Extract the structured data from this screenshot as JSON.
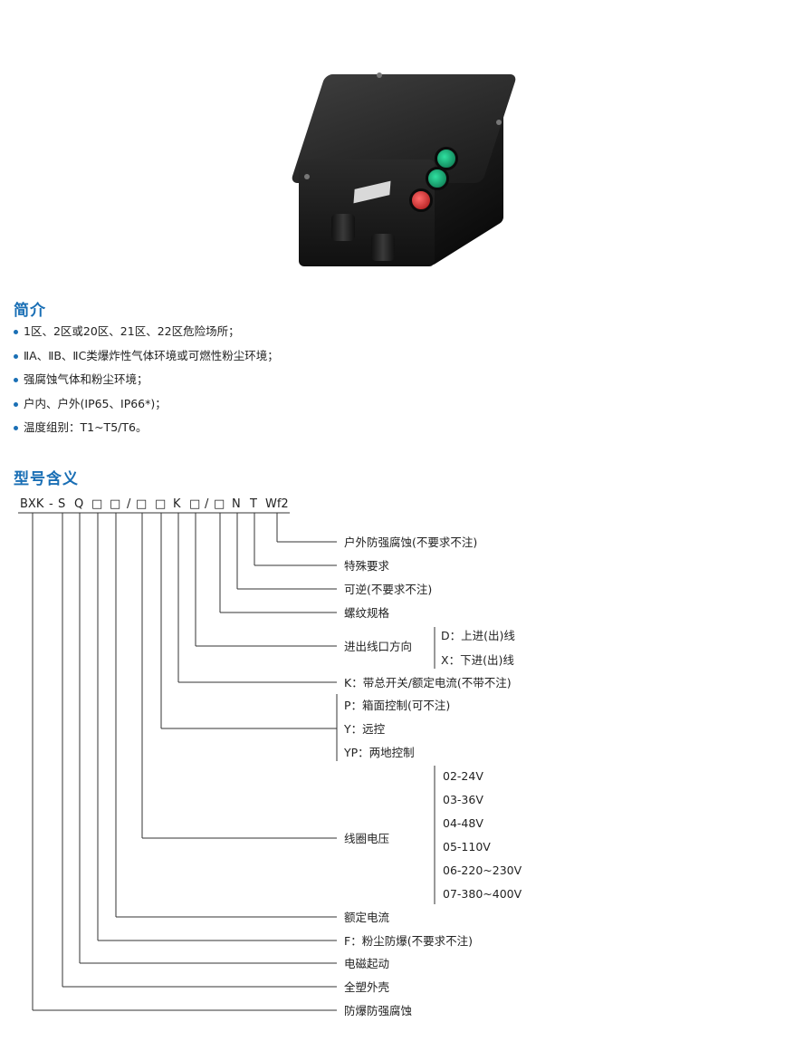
{
  "photo": {
    "alt": "explosion-proof control box"
  },
  "intro": {
    "title": "简介",
    "items": [
      "1区、2区或20区、21区、22区危险场所；",
      "ⅡA、ⅡB、ⅡC类爆炸性气体环境或可燃性粉尘环境；",
      "强腐蚀气体和粉尘环境；",
      "户内、户外(IP65、IP66*)；",
      "温度组别：T1~T5/T6。"
    ]
  },
  "model": {
    "title": "型号含义",
    "code_parts": [
      "BXK",
      "-",
      "S",
      "Q",
      "□",
      "□",
      "/",
      "□",
      "□",
      "K",
      "□",
      "/",
      "□",
      "N",
      "T",
      "Wf2"
    ],
    "labels": {
      "wf2": "户外防强腐蚀(不要求不注)",
      "t": "特殊要求",
      "n": "可逆(不要求不注)",
      "thread": "螺纹规格",
      "dir": "进出线口方向",
      "dir_d": "D：上进(出)线",
      "dir_x": "X：下进(出)线",
      "k": "K：带总开关/额定电流(不带不注)",
      "ctrl_p": "P：箱面控制(可不注)",
      "ctrl_y": "Y：远控",
      "ctrl_yp": "YP：两地控制",
      "coil": "线圈电压",
      "volt": [
        "02-24V",
        "03-36V",
        "04-48V",
        "05-110V",
        "06-220~230V",
        "07-380~400V"
      ],
      "rated": "额定电流",
      "f": "F：粉尘防爆(不要求不注)",
      "q": "电磁起动",
      "s": "全塑外壳",
      "bxk": "防爆防强腐蚀"
    }
  }
}
